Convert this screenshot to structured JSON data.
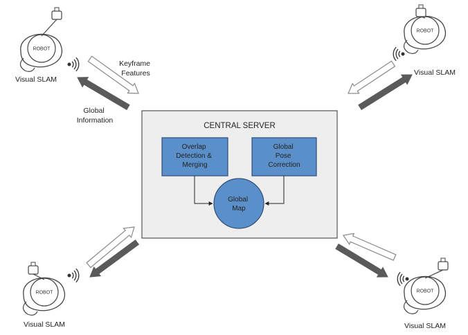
{
  "server": {
    "title": "CENTRAL SERVER",
    "modules": [
      {
        "lines": [
          "Overlap",
          "Detection &",
          "Merging"
        ]
      },
      {
        "lines": [
          "Global",
          "Pose",
          "Correction"
        ]
      }
    ],
    "map": {
      "lines": [
        "Global",
        "Map"
      ]
    }
  },
  "robots": [
    {
      "label": "ROBOT",
      "caption": "Visual SLAM"
    },
    {
      "label": "ROBOT",
      "caption": "Visual SLAM"
    },
    {
      "label": "ROBOT",
      "caption": "Visual SLAM"
    },
    {
      "label": "ROBOT",
      "caption": "Visual SLAM"
    }
  ],
  "arrow_labels": {
    "upload": [
      "Keyframe",
      "Features"
    ],
    "download": [
      "Global",
      "Information"
    ]
  },
  "colors": {
    "server_fill": "#eeeeee",
    "server_stroke": "#555555",
    "module_fill": "#5b8fc9",
    "module_stroke": "#2f4f7a",
    "map_fill": "#5b8fc9",
    "download_arrow": "#5a5a5a",
    "upload_arrow_stroke": "#888888"
  }
}
